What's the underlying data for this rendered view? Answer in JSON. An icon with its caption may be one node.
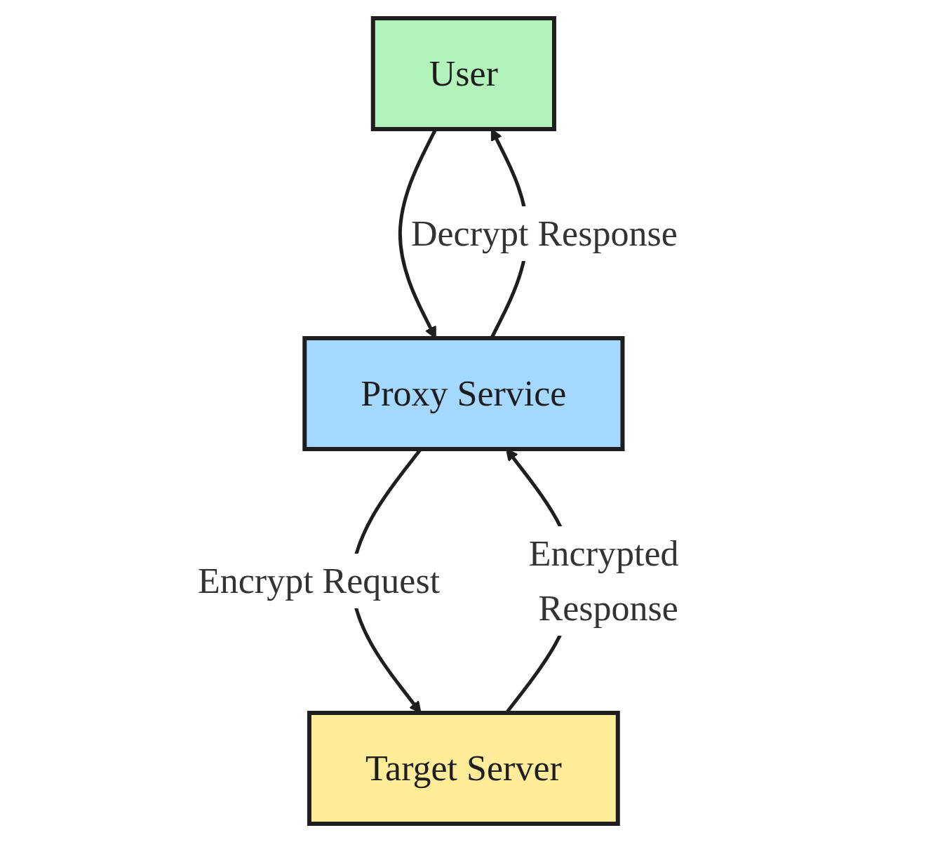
{
  "diagram": {
    "nodes": [
      {
        "text": [
          "User"
        ]
      },
      {
        "text": [
          "Proxy Service"
        ]
      },
      {
        "text": [
          "Target Server"
        ]
      }
    ],
    "edges": [
      {
        "from": 0,
        "to": 1,
        "arrow": "to"
      },
      {
        "from": 1,
        "to": 0,
        "arrow": "to",
        "label": "Decrypt Response"
      },
      {
        "from": 1,
        "to": 2,
        "arrow": "to",
        "label": "Encrypt Request"
      },
      {
        "from": 2,
        "to": 1,
        "arrow": "to",
        "label": "Encrypted Response"
      }
    ]
  }
}
